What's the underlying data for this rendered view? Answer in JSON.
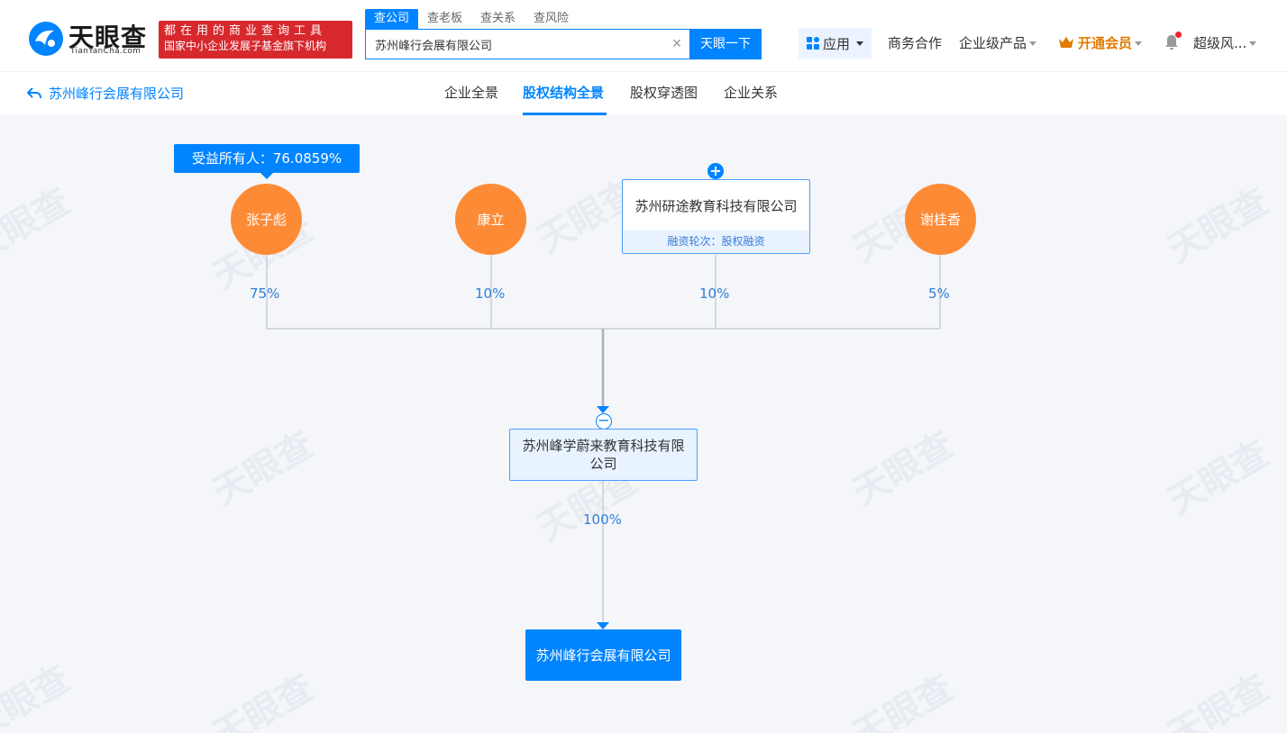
{
  "header": {
    "logo_text": "天眼查",
    "logo_sub": "TianYanCha.com",
    "slogan_line1": "都在用的商业查询工具",
    "slogan_line2": "国家中小企业发展子基金旗下机构",
    "search_tabs": [
      "查公司",
      "查老板",
      "查关系",
      "查风险"
    ],
    "search_value": "苏州峰行会展有限公司",
    "search_button": "天眼一下",
    "nav_apps": "应用",
    "nav_business": "商务合作",
    "nav_enterprise": "企业级产品",
    "nav_vip": "开通会员",
    "nav_user": "超级风..."
  },
  "subnav": {
    "back_label": "苏州峰行会展有限公司",
    "tabs": [
      "企业全景",
      "股权结构全景",
      "股权穿透图",
      "企业关系"
    ]
  },
  "graph": {
    "benefit_tag": "受益所有人：76.0859%",
    "shareholders": [
      {
        "name": "张子彪",
        "pct": "75%"
      },
      {
        "name": "康立",
        "pct": "10%"
      },
      {
        "name": "苏州研途教育科技有限公司",
        "round": "融资轮次：股权融资",
        "pct": "10%"
      },
      {
        "name": "谢桂香",
        "pct": "5%"
      }
    ],
    "middle_company": "苏州峰学蔚来教育科技有限公司",
    "middle_pct": "100%",
    "target_company": "苏州峰行会展有限公司"
  },
  "watermark": "天眼查",
  "colors": {
    "accent": "#0084ff",
    "person": "#fd8b36",
    "slogan": "#d7282e",
    "vip": "#e07b00"
  }
}
